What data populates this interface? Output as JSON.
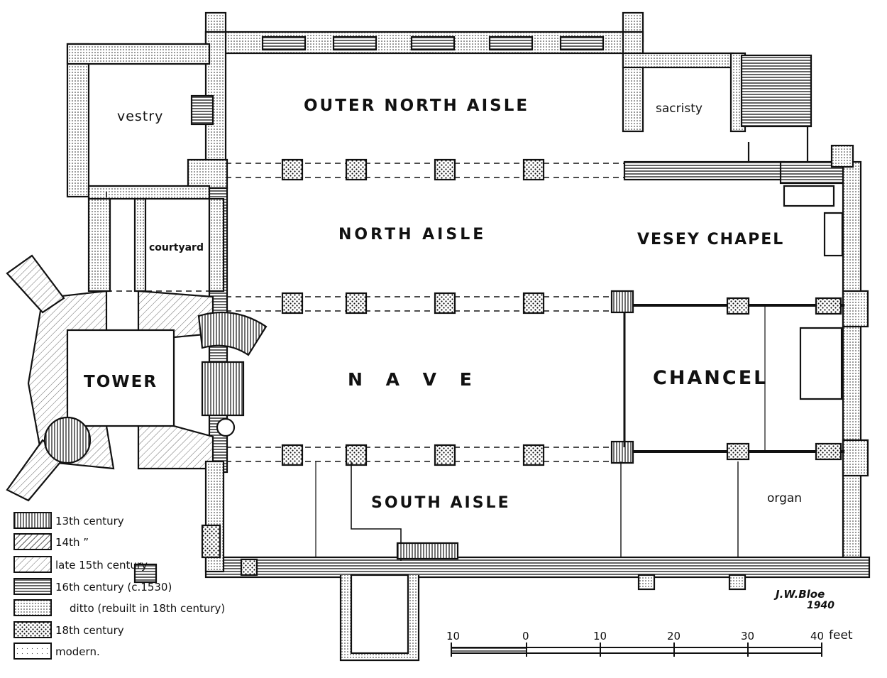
{
  "rooms": {
    "outer_north_aisle": "OUTER NORTH AISLE",
    "vestry": "vestry",
    "sacristy": "sacristy",
    "north_aisle": "NORTH AISLE",
    "vesey_chapel": "VESEY CHAPEL",
    "courtyard": "courtyard",
    "tower": "TOWER",
    "nave": "N A V E",
    "chancel": "CHANCEL",
    "south_aisle": "SOUTH AISLE",
    "organ": "organ"
  },
  "legend": [
    {
      "label": "13th century",
      "pattern": "vertical-hatch"
    },
    {
      "label": "14th      ”",
      "pattern": "diagonal-hatch"
    },
    {
      "label": "late 15th century",
      "pattern": "light-diagonal"
    },
    {
      "label": "16th century (c.1530)",
      "pattern": "horizontal-hatch"
    },
    {
      "label": "ditto  (rebuilt in 18th century)",
      "pattern": "fine-dots"
    },
    {
      "label": "18th century",
      "pattern": "cross-dots"
    },
    {
      "label": "modern.",
      "pattern": "sparse-dots"
    }
  ],
  "signature": {
    "name": "J.W.Bloe",
    "year": "1940"
  },
  "scale": {
    "ticks": [
      "10",
      "0",
      "10",
      "20",
      "30",
      "40"
    ],
    "unit": "feet"
  }
}
